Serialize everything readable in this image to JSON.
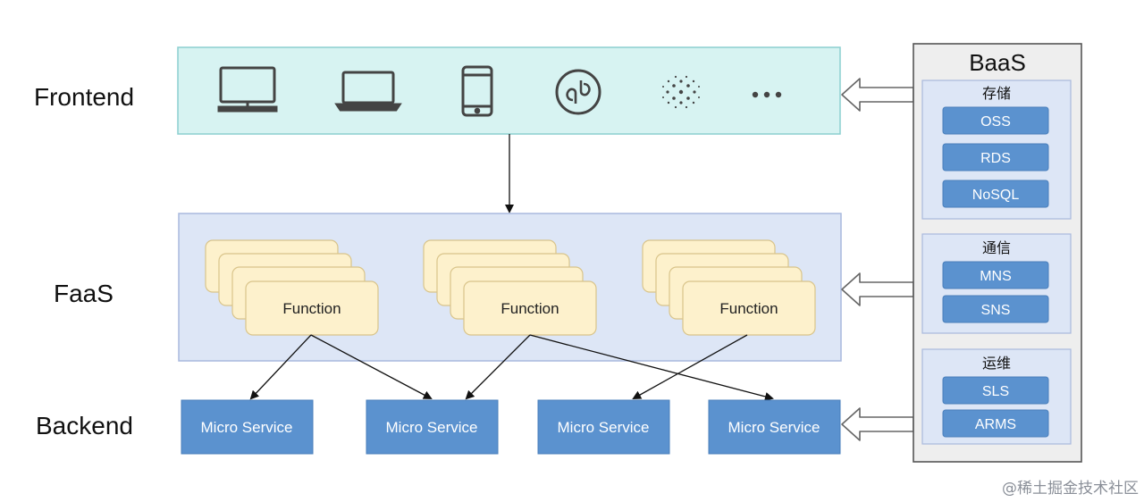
{
  "layers": {
    "frontend": "Frontend",
    "faas": "FaaS",
    "backend": "Backend"
  },
  "frontend": {
    "devices": [
      "desktop-monitor-icon",
      "laptop-icon",
      "smartphone-icon",
      "mini-program-icon",
      "iot-icon",
      "more-dots-icon"
    ],
    "more_label": "···"
  },
  "faas": {
    "functions": [
      "Function",
      "Function",
      "Function"
    ]
  },
  "backend": {
    "services": [
      "Micro Service",
      "Micro Service",
      "Micro Service",
      "Micro Service"
    ]
  },
  "baas": {
    "title": "BaaS",
    "groups": [
      {
        "title": "存储",
        "items": [
          "OSS",
          "RDS",
          "NoSQL"
        ]
      },
      {
        "title": "通信",
        "items": [
          "MNS",
          "SNS"
        ]
      },
      {
        "title": "运维",
        "items": [
          "SLS",
          "ARMS"
        ]
      }
    ]
  },
  "colors": {
    "frontend_bg": "#d7f3f2",
    "frontend_border": "#8ccfd0",
    "faas_bg": "#dde6f6",
    "faas_border": "#a9b9dd",
    "function_bg": "#fdf1cc",
    "function_border": "#d9c48a",
    "service_blue": "#5b92cf",
    "baas_panel": "#eeeeee",
    "baas_group": "#dde6f6"
  },
  "watermark": "@稀土掘金技术社区"
}
